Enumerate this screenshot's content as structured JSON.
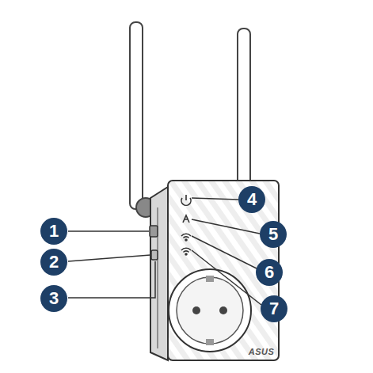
{
  "diagram": {
    "labels": [
      "1",
      "2",
      "3",
      "4",
      "5",
      "6",
      "7",
      "ASUS"
    ]
  }
}
